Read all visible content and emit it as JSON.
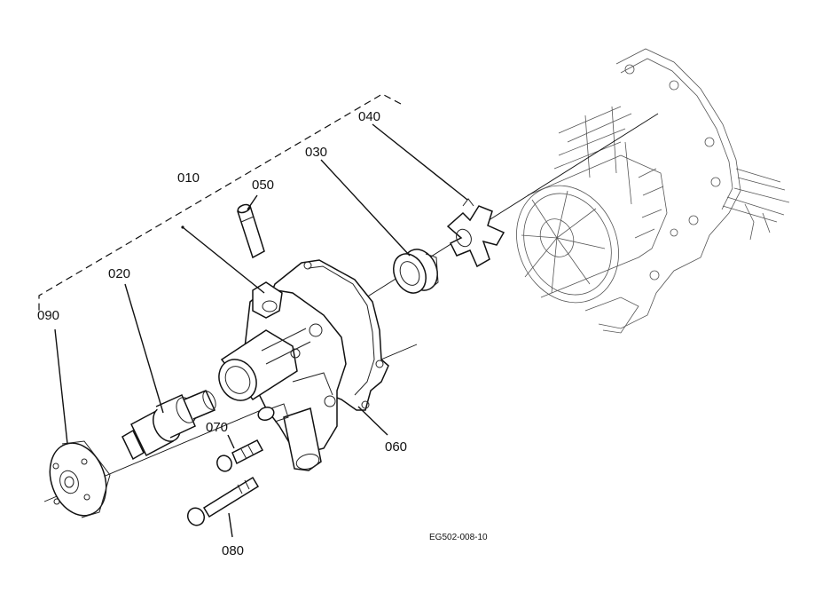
{
  "parts": {
    "p010": "010",
    "p020": "020",
    "p030": "030",
    "p040": "040",
    "p050": "050",
    "p060": "060",
    "p070": "070",
    "p080": "080",
    "p090": "090"
  },
  "drawing_code": "EG502-008-10"
}
